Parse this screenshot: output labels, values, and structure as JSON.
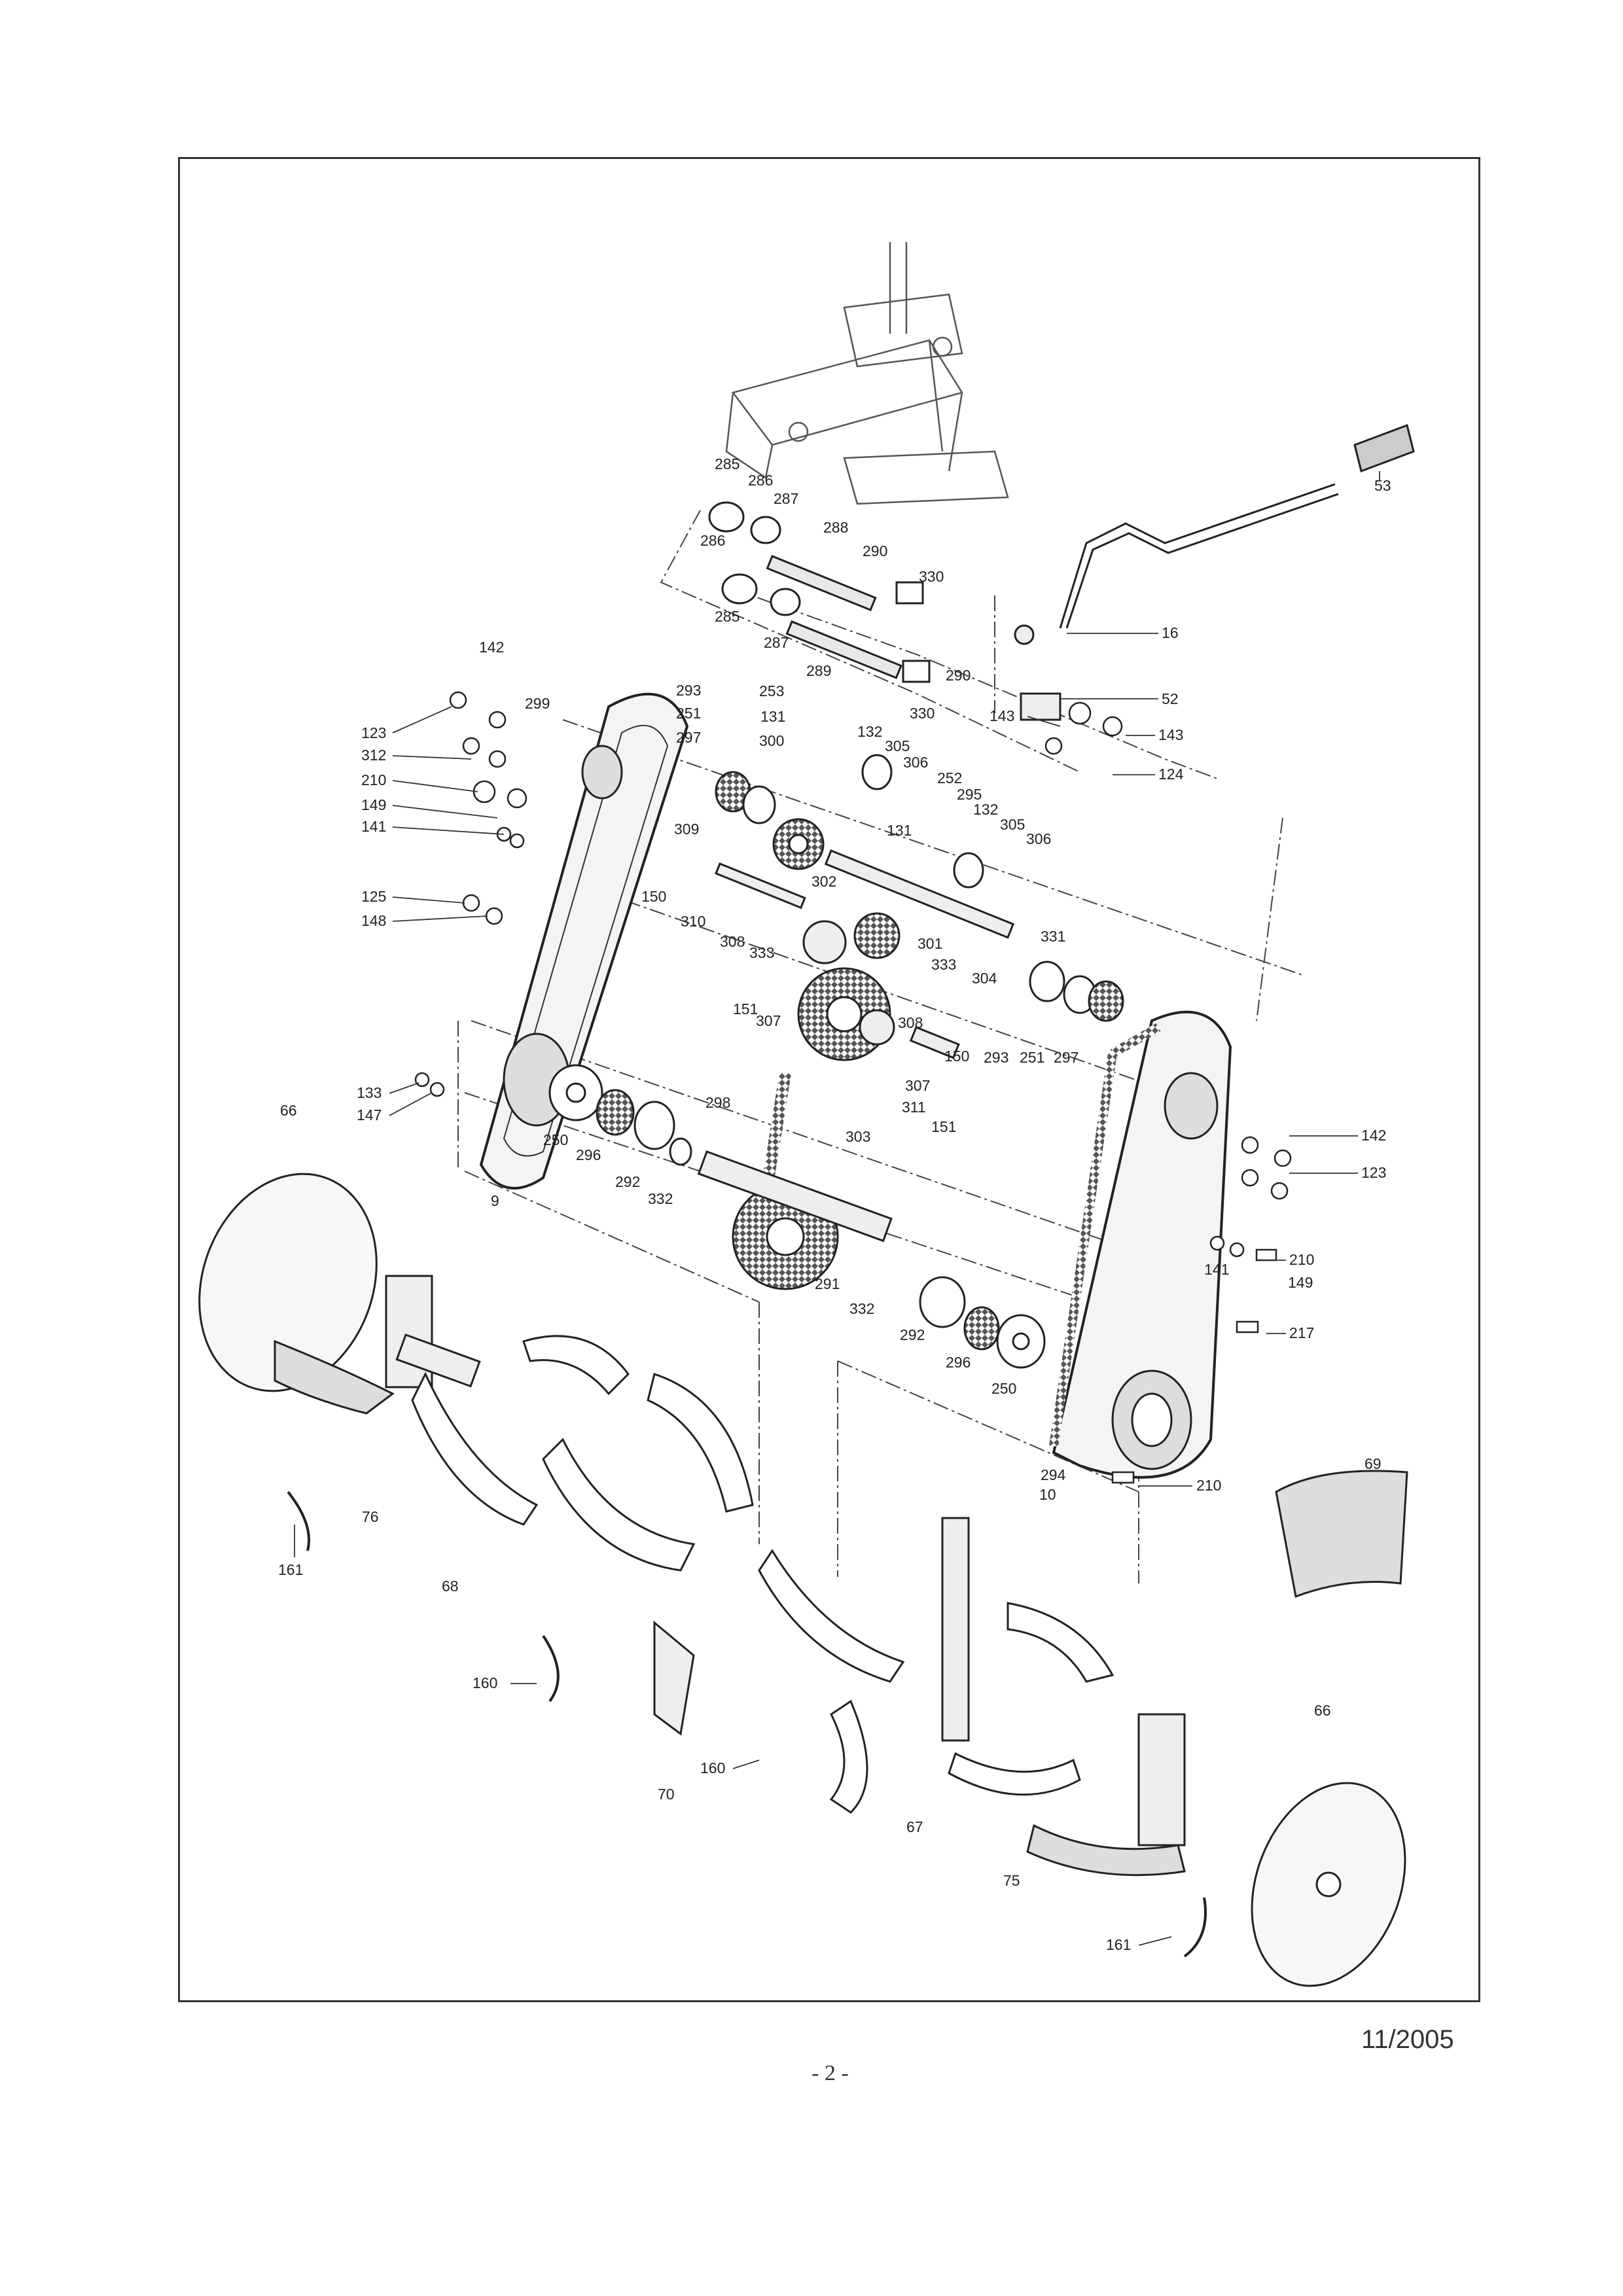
{
  "footer": {
    "date": "11/2005",
    "page": "- 2 -"
  },
  "part_labels": [
    "285",
    "286",
    "287",
    "288",
    "286",
    "290",
    "330",
    "285",
    "287",
    "289",
    "290",
    "330",
    "53",
    "16",
    "52",
    "143",
    "143",
    "124",
    "142",
    "299",
    "123",
    "312",
    "210",
    "149",
    "141",
    "125",
    "148",
    "293",
    "251",
    "297",
    "300",
    "253",
    "131",
    "132",
    "305",
    "306",
    "252",
    "295",
    "132",
    "305",
    "306",
    "131",
    "309",
    "310",
    "150",
    "308",
    "333",
    "301",
    "331",
    "304",
    "333",
    "302",
    "151",
    "307",
    "308",
    "150",
    "293",
    "251",
    "297",
    "307",
    "311",
    "151",
    "133",
    "147",
    "250",
    "296",
    "292",
    "332",
    "9",
    "298",
    "303",
    "66",
    "291",
    "332",
    "292",
    "296",
    "250",
    "142",
    "123",
    "210",
    "141",
    "149",
    "217",
    "210",
    "294",
    "10",
    "69",
    "76",
    "161",
    "68",
    "160",
    "70",
    "160",
    "67",
    "66",
    "75",
    "161"
  ]
}
